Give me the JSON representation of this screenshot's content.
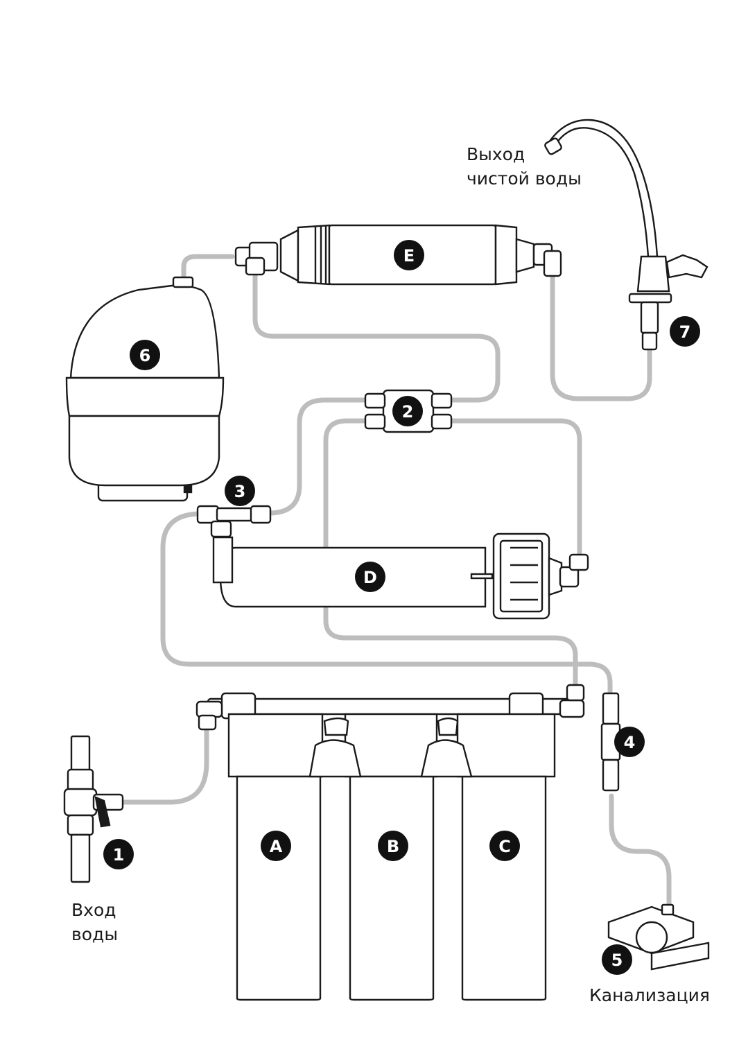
{
  "labels": {
    "outlet_line1": "Выход",
    "outlet_line2": "чистой воды",
    "inlet_line1": "Вход",
    "inlet_line2": "воды",
    "drain": "Канализация"
  },
  "badges": {
    "n1": "1",
    "n2": "2",
    "n3": "3",
    "n4": "4",
    "n5": "5",
    "n6": "6",
    "n7": "7",
    "a": "A",
    "b": "B",
    "c": "C",
    "d": "D",
    "e": "E"
  },
  "colors": {
    "line": "#1a1a1a",
    "tube": "#bdbdbd",
    "badge_fill": "#111111",
    "badge_text": "#ffffff"
  }
}
